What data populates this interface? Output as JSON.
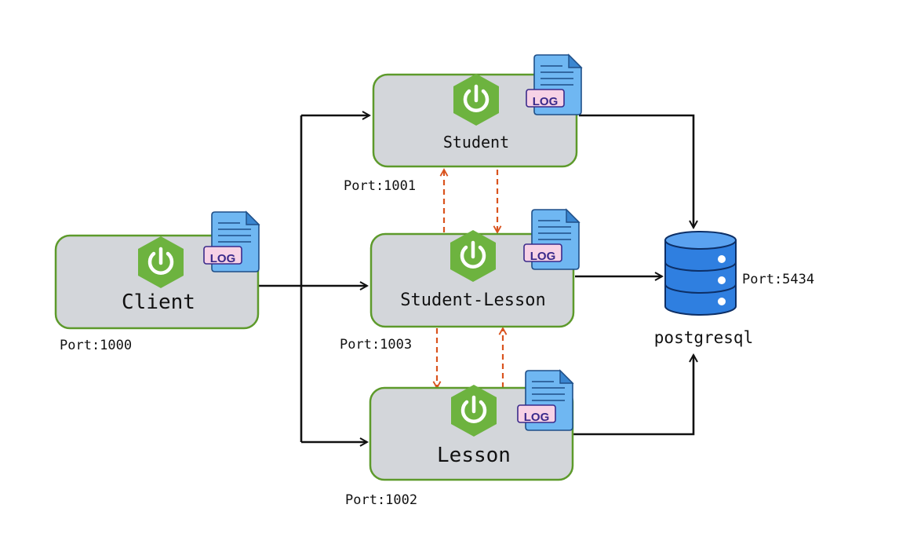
{
  "services": [
    {
      "id": "client",
      "name": "Client",
      "port": "Port:1000",
      "log_badge": "LOG"
    },
    {
      "id": "student",
      "name": "Student",
      "port": "Port:1001",
      "log_badge": "LOG"
    },
    {
      "id": "student-lesson",
      "name": "Student-Lesson",
      "port": "Port:1003",
      "log_badge": "LOG"
    },
    {
      "id": "lesson",
      "name": "Lesson",
      "port": "Port:1002",
      "log_badge": "LOG"
    }
  ],
  "database": {
    "name": "postgresql",
    "port": "Port:5434",
    "icon": "database-icon"
  },
  "icons": {
    "service": "spring-power-icon",
    "log": "log-file-icon"
  },
  "colors": {
    "service_fill": "#d3d6da",
    "service_border": "#5d9a2b",
    "spring_green": "#6db33f",
    "db_blue": "#2f7fe0",
    "doc_blue": "#6fb7f2",
    "log_badge": "#f7d2e6",
    "async_arrow": "#d9531e"
  }
}
